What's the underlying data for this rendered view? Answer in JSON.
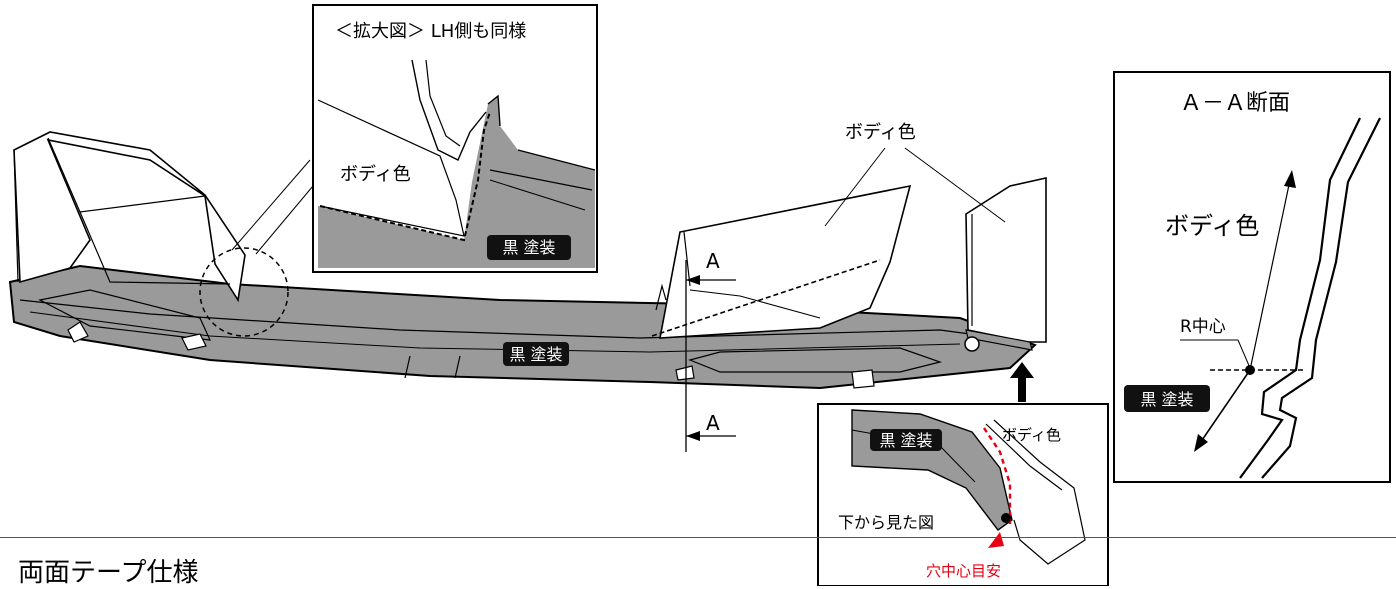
{
  "zoom_callout": {
    "title": "＜拡大図＞ LH側も同様",
    "body_color_label": "ボディ色",
    "black_paint_badge": "黒 塗装"
  },
  "main_view": {
    "body_color_label": "ボディ色",
    "black_paint_badge": "黒 塗装",
    "section_mark_top": "A",
    "section_mark_bottom": "A"
  },
  "section_view": {
    "title": "Ａ－Ａ断面",
    "body_color_label": "ボディ色",
    "r_center_label": "R中心",
    "black_paint_badge": "黒 塗装"
  },
  "bottom_view": {
    "black_paint_badge": "黒 塗装",
    "body_color_label": "ボディ色",
    "view_label": "下から見た図",
    "hole_center_label": "穴中心目安"
  },
  "section_heading": "両面テープ仕様",
  "colors": {
    "paint_gray": "#999999",
    "badge_bg": "#111111",
    "hole_marker": "#e60012",
    "line": "#000000"
  }
}
